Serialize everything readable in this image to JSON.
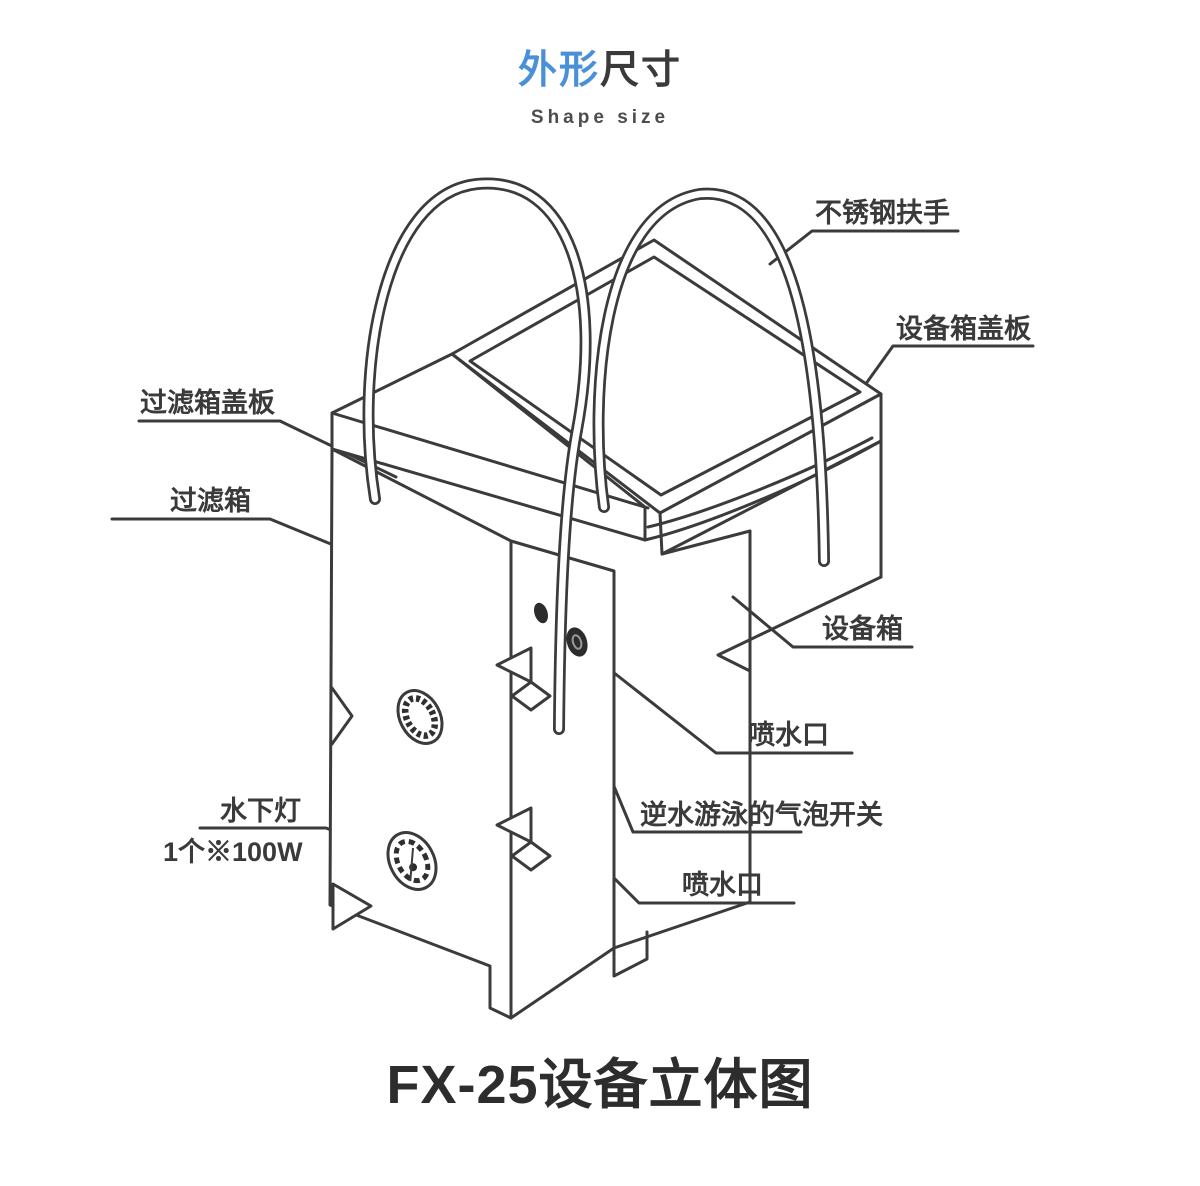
{
  "title": {
    "highlight": "外形",
    "rest": "尺寸",
    "subtitle": "Shape size"
  },
  "caption": "FX-25设备立体图",
  "colors": {
    "accent_blue": "#4a90d8",
    "line": "#3b3b3b",
    "text": "#3a3a3a"
  },
  "labels": {
    "handrail": "不锈钢扶手",
    "equipment_box_cover": "设备箱盖板",
    "filter_box_cover": "过滤箱盖板",
    "filter_box": "过滤箱",
    "equipment_box": "设备箱",
    "spray_outlet_upper": "喷水口",
    "bubble_switch": "逆水游泳的气泡开关",
    "spray_outlet_lower": "喷水口",
    "underwater_light": "水下灯",
    "underwater_light_spec": "1个※100W"
  }
}
